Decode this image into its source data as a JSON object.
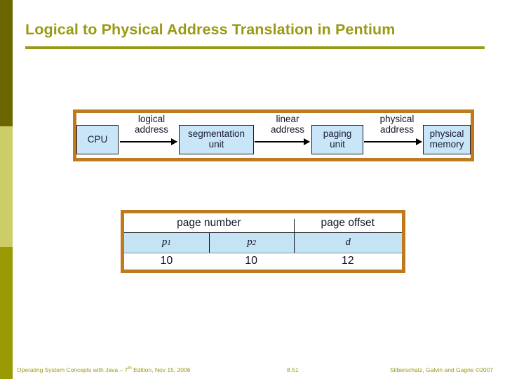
{
  "slide": {
    "title": "Logical to Physical Address Translation in Pentium",
    "accent_color": "#9a9a14",
    "figure_border_color": "#c07a1e",
    "box_fill_color": "#c8e6f7"
  },
  "sidebar": {
    "bands": [
      {
        "name": "band-top",
        "color": "#6b6600"
      },
      {
        "name": "band-mid",
        "color": "#cdcd67"
      },
      {
        "name": "band-bottom",
        "color": "#9a9a04"
      }
    ]
  },
  "flow_diagram": {
    "boxes": [
      {
        "id": "cpu",
        "line1": "CPU",
        "line2": ""
      },
      {
        "id": "segmentation-unit",
        "line1": "segmentation",
        "line2": "unit"
      },
      {
        "id": "paging-unit",
        "line1": "paging",
        "line2": "unit"
      },
      {
        "id": "physical-memory",
        "line1": "physical",
        "line2": "memory"
      }
    ],
    "arrow_labels": [
      {
        "id": "logical-address",
        "line1": "logical",
        "line2": "address"
      },
      {
        "id": "linear-address",
        "line1": "linear",
        "line2": "address"
      },
      {
        "id": "physical-address",
        "line1": "physical",
        "line2": "address"
      }
    ]
  },
  "address_table": {
    "header": {
      "page_number": "page number",
      "page_offset": "page offset"
    },
    "symbols": {
      "p1_base": "p",
      "p1_sub": "1",
      "p2_base": "p",
      "p2_sub": "2",
      "d": "d"
    },
    "bits": {
      "p1": "10",
      "p2": "10",
      "d": "12"
    }
  },
  "footer": {
    "left_main": "Operating System Concepts with Java – 7",
    "left_sup": "th",
    "left_tail": " Edition, Nov 15, 2006",
    "slide_number": "8.51",
    "right": "Silberschatz, Galvin and Gagne ©2007"
  }
}
